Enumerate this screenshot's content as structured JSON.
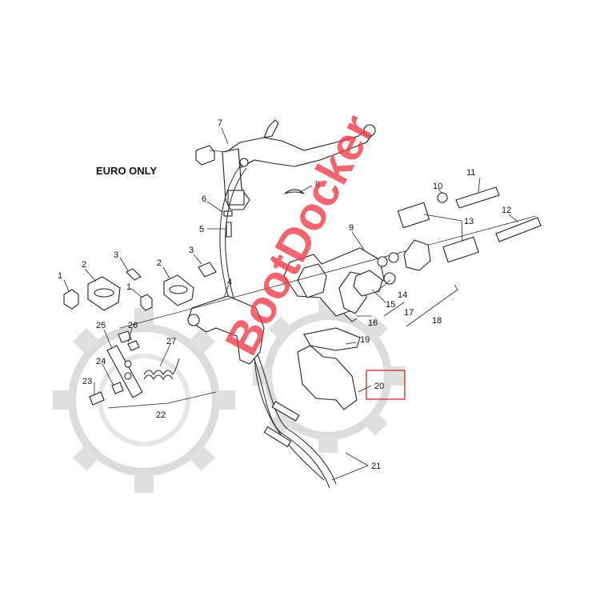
{
  "diagram": {
    "note": "EURO ONLY",
    "watermark": "BootDocker",
    "highlight_color": "#d9343f",
    "watermark_color": "#ef3b46",
    "labels": {
      "l1a": "1",
      "l1b": "1",
      "l2a": "2",
      "l2b": "2",
      "l3a": "3",
      "l3b": "3",
      "l4": "4",
      "l5": "5",
      "l6": "6",
      "l7": "7",
      "l8": "8",
      "l9": "9",
      "l10": "10",
      "l11": "11",
      "l12": "12",
      "l13": "13",
      "l14": "14",
      "l15": "15",
      "l16": "16",
      "l17": "17",
      "l18": "18",
      "l19": "19",
      "l20": "20",
      "l21": "21",
      "l22": "22",
      "l23": "23",
      "l24": "24",
      "l25": "25",
      "l26": "26",
      "l27": "27"
    }
  }
}
